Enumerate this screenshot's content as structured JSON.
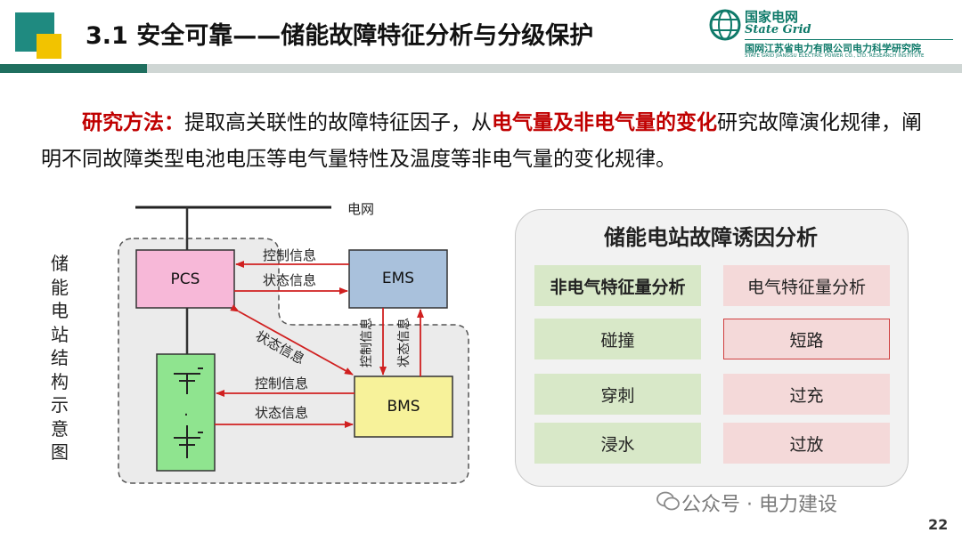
{
  "header": {
    "title": "3.1 安全可靠——储能故障特征分析与分级保护",
    "logo_cn": "国家电网",
    "logo_en": "State Grid",
    "institute_cn": "国网江苏省电力有限公司电力科学研究院",
    "institute_en": "STATE GRID JIANGSU ELECTRIC POWER CO., LTD. RESEARCH INSTITUTE"
  },
  "paragraph": {
    "label": "研究方法：",
    "text1": "提取高关联性的故障特征因子，从",
    "highlight": "电气量及非电气量的变化",
    "text2": "研究故障演化规律，阐明不同故障类型电池电压等电气量特性及温度等非电气量的变化规律。"
  },
  "diagram": {
    "side_label": "储能电站结构示意图",
    "grid_label": "电网",
    "pcs": "PCS",
    "ems": "EMS",
    "bms": "BMS",
    "pcs_ems_control": "控制信息",
    "pcs_ems_status": "状态信息",
    "pcs_bms_status": "状态信息",
    "ems_bms_control": "控制信息",
    "ems_bms_status": "状态信息",
    "battery_bms_control": "控制信息",
    "battery_bms_status": "状态信息",
    "battery_dots": "·"
  },
  "panel": {
    "title": "储能电站故障诱因分析",
    "left_head": "非电气特征量分析",
    "right_head": "电气特征量分析",
    "left_items": [
      "碰撞",
      "穿刺",
      "浸水"
    ],
    "right_items": [
      "短路",
      "过充",
      "过放"
    ]
  },
  "footer": {
    "watermark": "公众号 · 电力建设",
    "page": "22"
  },
  "colors": {
    "teal": "#1f8a80",
    "yellow": "#f2c300",
    "red": "#c00000",
    "pcs_fill": "#f7b8d8",
    "ems_fill": "#a9c1dc",
    "bms_fill": "#f7f29a",
    "battery_fill": "#8fe48f"
  }
}
